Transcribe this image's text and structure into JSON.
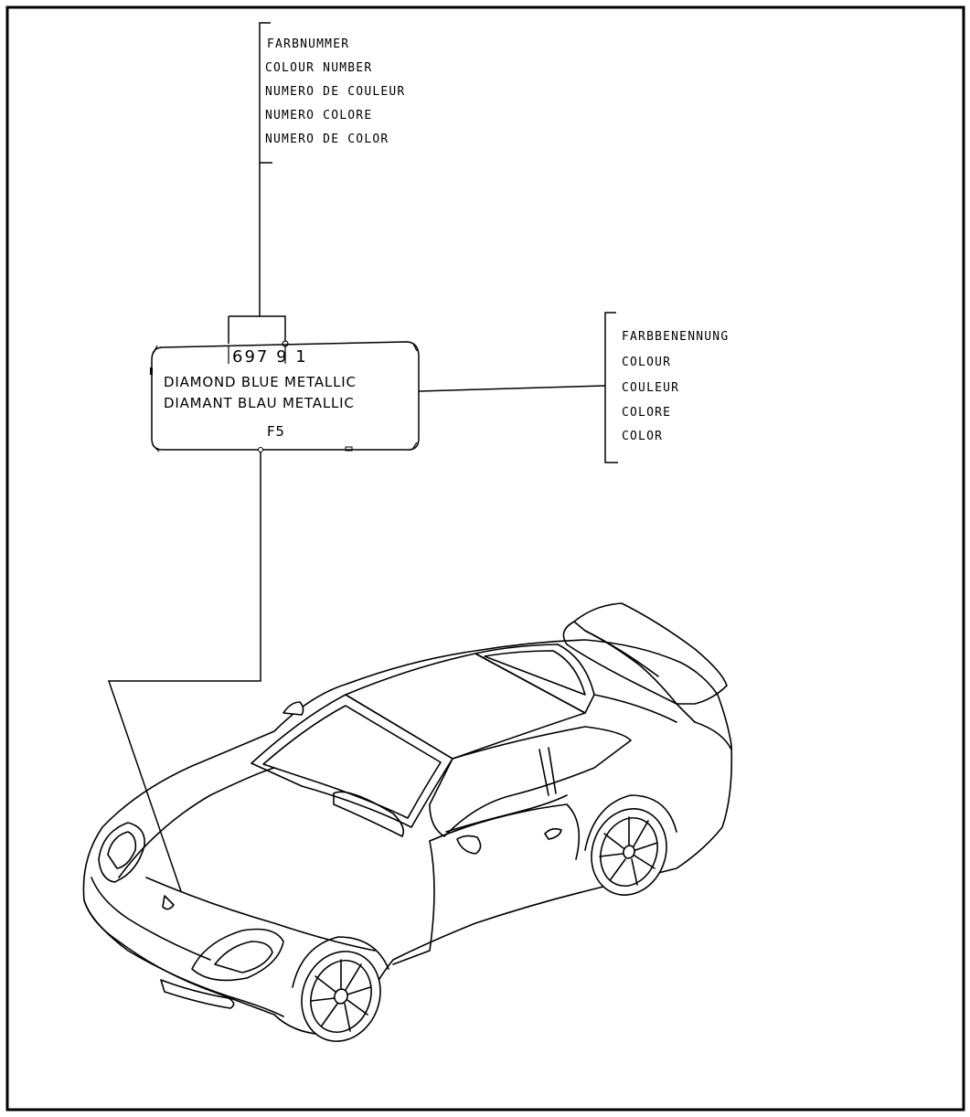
{
  "colour_number_labels": [
    "FARBNUMMER",
    "COLOUR NUMBER",
    "NUMERO DE COULEUR",
    "NUMERO COLORE",
    "NUMERO DE COLOR"
  ],
  "colour_name_labels": [
    "FARBBENENNUNG",
    "COLOUR",
    "COULEUR",
    "COLORE",
    "COLOR"
  ],
  "plate": {
    "number": "697 9 1",
    "name_en": "DIAMOND BLUE METALLIC",
    "name_de": "DIAMANT BLAU METALLIC",
    "code": "F5"
  },
  "icons": {
    "car": "car-illustration-icon"
  }
}
